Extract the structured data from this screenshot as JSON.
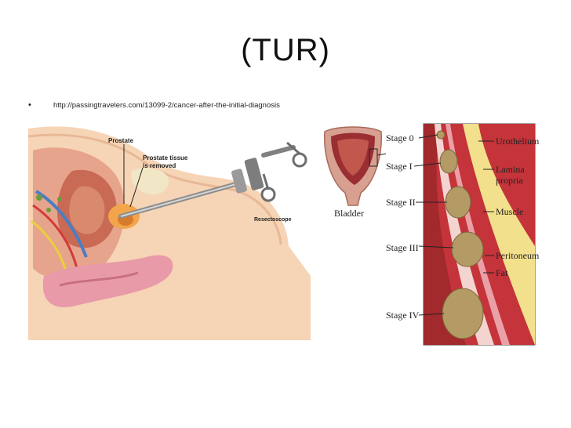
{
  "slide": {
    "title": "(TUR)",
    "bullet": "•",
    "link_text": "http://passingtravelers.com/13099-2/cancer-after-the-initial-diagnosis"
  },
  "anatomy": {
    "prostate_label": "Prostate",
    "tissue_label_line1": "Prostate tissue",
    "tissue_label_line2": "is removed",
    "resectoscope_label": "Resectoscope"
  },
  "bladder": {
    "label": "Bladder"
  },
  "staging": {
    "stages": [
      "Stage 0",
      "Stage I",
      "Stage II",
      "Stage III",
      "Stage IV"
    ],
    "layers": [
      "Urothelium",
      "Lamina",
      "propria",
      "Muscle",
      "Peritoneum",
      "Fat"
    ]
  },
  "colors": {
    "skin": "#f3c9a5",
    "muscle": "#c7373a",
    "tumor": "#b49a64",
    "fat": "#f2e08c"
  }
}
